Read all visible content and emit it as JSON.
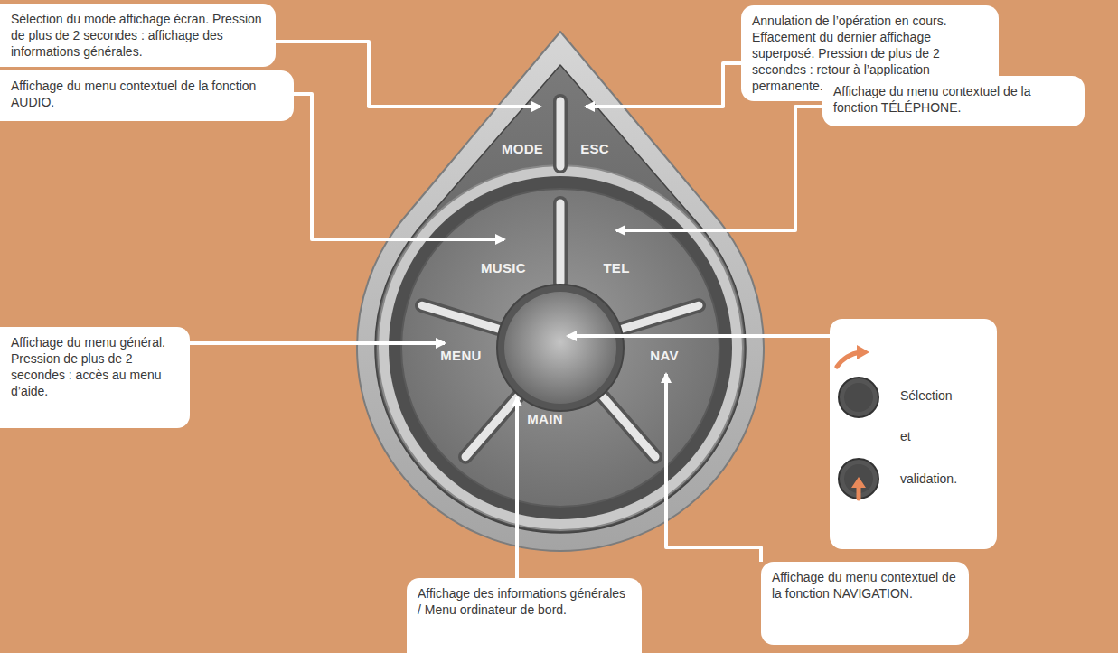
{
  "diagram": {
    "nodes": [
      {
        "text": [
          "Sélection du mode affichage écran. Pression de plus de 2 secondes : affichage des informations générales."
        ]
      },
      {
        "text": [
          "Annulation de l’opération en cours. Effacement du dernier affichage superposé. Pression de plus de 2 secondes : retour à l’application permanente."
        ]
      },
      {
        "text": [
          "Affichage du menu contextuel de la fonction AUDIO."
        ]
      },
      {
        "text": [
          "Affichage du menu contextuel de la fonction TÉLÉPHONE."
        ]
      },
      {
        "text": [
          "Affichage du menu général. Pression de plus de 2 secondes : accès au menu d’aide."
        ]
      },
      {
        "text": [
          "Sélection",
          "et",
          "validation."
        ]
      },
      {
        "text": [
          "Affichage des informations générales / Menu ordinateur de bord."
        ]
      },
      {
        "text": [
          "Affichage du menu contextuel de la fonction NAVIGATION."
        ]
      }
    ],
    "labels": [
      "MODE",
      "ESC",
      "MUSIC",
      "TEL",
      "MENU",
      "NAV",
      "MAIN"
    ]
  }
}
